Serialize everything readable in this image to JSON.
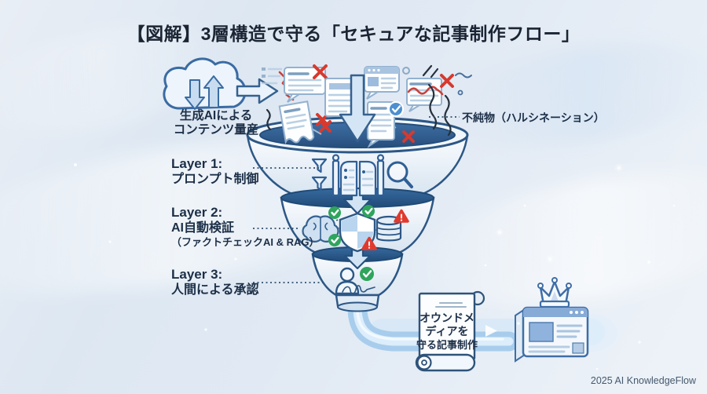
{
  "title": "【図解】3層構造で守る「セキュアな記事制作フロー」",
  "source": {
    "label_line1": "生成AIによる",
    "label_line2": "コンテンツ量産"
  },
  "impurity": {
    "label": "不純物（ハルシネーション）"
  },
  "layers": [
    {
      "id": "Layer 1:",
      "name": "プロンプト制御",
      "sub": ""
    },
    {
      "id": "Layer 2:",
      "name": "AI自動検証",
      "sub": "（ファクトチェックAI & RAG）"
    },
    {
      "id": "Layer 3:",
      "name": "人間による承認",
      "sub": ""
    }
  ],
  "output": {
    "scroll_line1": "オウンドメ",
    "scroll_line2": "ディアを",
    "scroll_line3": "守る記事制作"
  },
  "credit": "2025 AI KnowledgeFlow",
  "icons": {
    "cloud": "cloud-sync-icon",
    "funnel": "funnel-3-layer",
    "layer1": [
      "filter-icon",
      "gate-icon",
      "magnifier-icon"
    ],
    "layer2": [
      "brain-icon",
      "shield-icon",
      "database-icon",
      "check-icon",
      "warning-icon"
    ],
    "layer3": [
      "person-icon",
      "check-icon",
      "signature-icon"
    ],
    "impurity_marks": [
      "x-mark-icon",
      "squiggle-icon"
    ],
    "output_marks": [
      "scroll-icon",
      "crown-icon",
      "browser-icon"
    ]
  },
  "colors": {
    "funnel_outline": "#2c5785",
    "funnel_band": "#2b5c92",
    "water": "#35618f",
    "alert_red": "#d63a2f",
    "success_green": "#2fa45c",
    "check_blue": "#4d8fd1",
    "background_tint": "#e3ebf4",
    "text_navy": "#1c2f47"
  }
}
